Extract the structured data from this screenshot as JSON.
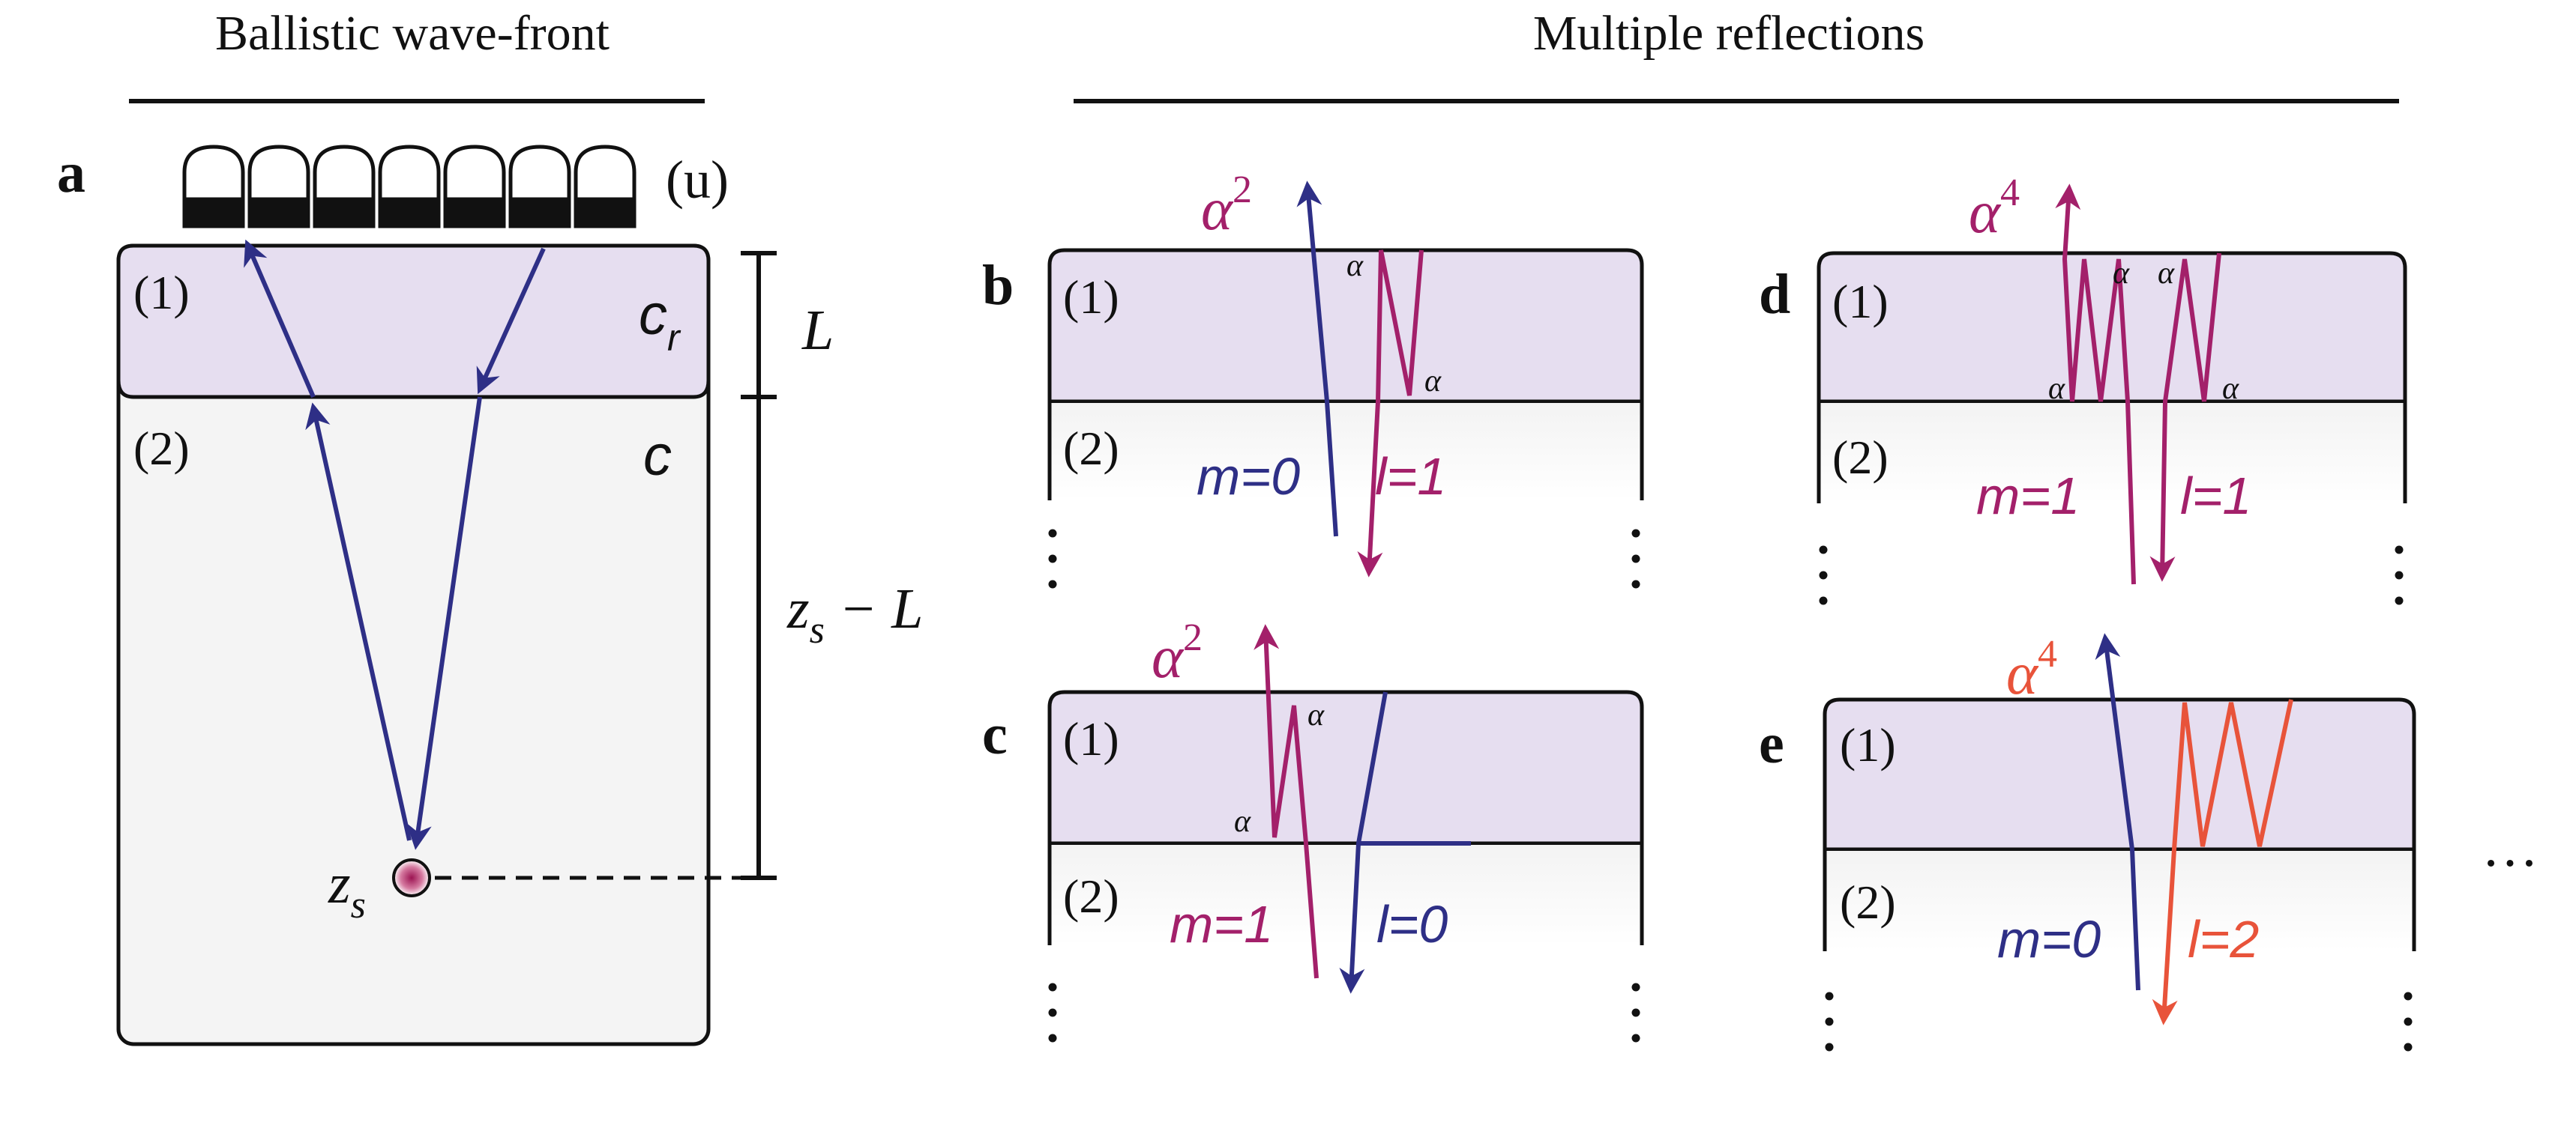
{
  "headings": {
    "left": "Ballistic wave-front",
    "right": "Multiple reflections"
  },
  "colors": {
    "blue": "#2e2f86",
    "magenta": "#a3206a",
    "orange": "#e8533a",
    "layer_fill": "#e6def0",
    "medium_fill": "#f5f5f5",
    "source": "#b0255e"
  },
  "panel_a": {
    "letter": "a",
    "transducer_label": "(u)",
    "layer1_label": "(1)",
    "layer2_label": "(2)",
    "cr_label": "c",
    "cr_sub": "r",
    "c_label": "c",
    "L_label": "L",
    "zsL_main": "z",
    "zsL_sub": "s",
    "zsL_rest": " − L",
    "zs_main": "z",
    "zs_sub": "s"
  },
  "panels": {
    "b": {
      "letter": "b",
      "layer1": "(1)",
      "layer2": "(2)",
      "coef": "α",
      "coef_exp": "2",
      "m_label": "m=0",
      "l_label": "l=1",
      "alpha": "α"
    },
    "c": {
      "letter": "c",
      "layer1": "(1)",
      "layer2": "(2)",
      "coef": "α",
      "coef_exp": "2",
      "m_label": "m=1",
      "l_label": "l=0",
      "alpha": "α"
    },
    "d": {
      "letter": "d",
      "layer1": "(1)",
      "layer2": "(2)",
      "coef": "α",
      "coef_exp": "4",
      "m_label": "m=1",
      "l_label": "l=1",
      "alpha": "α"
    },
    "e": {
      "letter": "e",
      "layer1": "(1)",
      "layer2": "(2)",
      "coef": "α",
      "coef_exp": "4",
      "m_label": "m=0",
      "l_label": "l=2"
    }
  },
  "ellipsis": "…"
}
